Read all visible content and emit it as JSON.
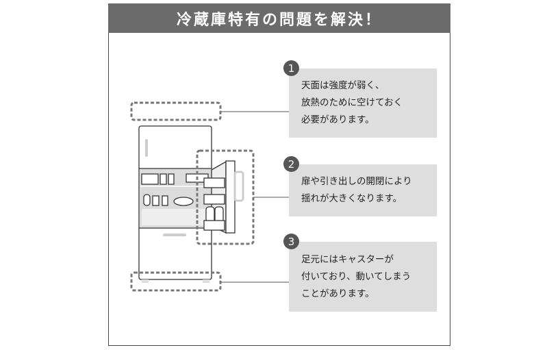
{
  "title": "冷蔵庫特有の問題を解決！",
  "points": [
    {
      "number": "1",
      "lines": [
        "天面は強度が弱く、",
        "放熱のために空けておく",
        "必要があります。"
      ]
    },
    {
      "number": "2",
      "lines": [
        "扉や引き出しの開閉により",
        "揺れが大きくなります。"
      ]
    },
    {
      "number": "3",
      "lines": [
        "足元にはキャスターが",
        "付いており、動いてしまう",
        "ことがあります。"
      ]
    }
  ]
}
